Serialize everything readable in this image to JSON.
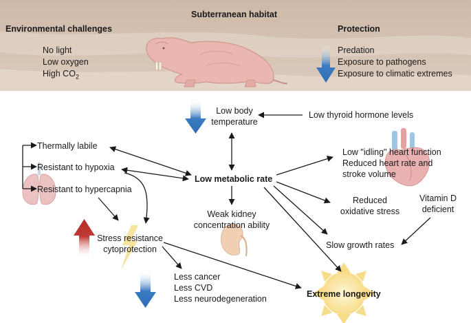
{
  "habitat": {
    "title": "Subterranean habitat",
    "challenges_heading": "Environmental challenges",
    "challenges": [
      "No light",
      "Low oxygen"
    ],
    "co2": {
      "prefix": "High CO",
      "subscript": "2"
    },
    "protection_heading": "Protection",
    "protection_items": [
      "Predation",
      "Exposure to pathogens",
      "Exposure to climatic extremes"
    ]
  },
  "diagram": {
    "low_body_temp": [
      "Low body",
      "temperature"
    ],
    "thyroid": "Low thyroid hormone levels",
    "thermally_labile": "Thermally labile",
    "resistant_hypoxia": "Resistant to hypoxia",
    "resistant_hypercapnia": "Resistant to hypercapnia",
    "metabolic_rate": "Low metabolic rate",
    "heart": [
      "Low \"idling\" heart function",
      "Reduced heart rate and",
      "stroke volume"
    ],
    "kidney": [
      "Weak kidney",
      "concentration ability"
    ],
    "oxidative": [
      "Reduced",
      "oxidative stress"
    ],
    "vitamin_d": [
      "Vitamin D",
      "deficient"
    ],
    "stress": [
      "Stress resistance",
      "cytoprotection"
    ],
    "growth": "Slow growth rates",
    "outcomes": [
      "Less cancer",
      "Less CVD",
      "Less neurodegeneration"
    ],
    "longevity": "Extreme longevity"
  },
  "colors": {
    "soil": "#d9c7b8",
    "down_arrow": "#3a7cc2",
    "up_arrow": "#c23a35",
    "sun": "#f7dc8a",
    "lung": "#e8b4b4",
    "heart": "#e39c9c",
    "kidney": "#efc7a8",
    "bolt": "#f6e39c"
  }
}
